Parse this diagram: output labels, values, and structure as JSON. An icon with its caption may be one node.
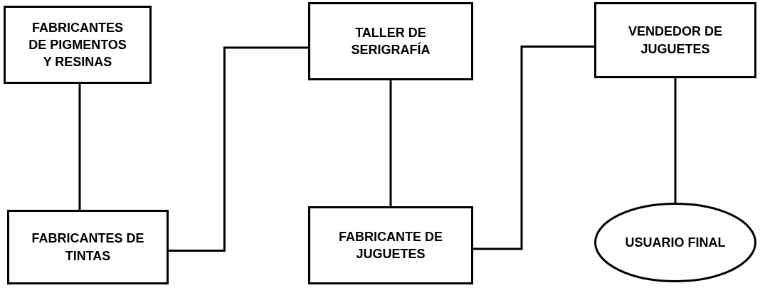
{
  "diagram": {
    "nodes": [
      {
        "text": [
          "FABRICANTES DE PIGMENTOS Y RESINAS"
        ]
      },
      {
        "text": [
          "FABRICANTES DE TINTAS"
        ]
      },
      {
        "text": [
          "TALLER DE SERIGRAFÍA"
        ]
      },
      {
        "text": [
          "FABRICANTE DE JUGUETES"
        ]
      },
      {
        "text": [
          "VENDEDOR DE JUGUETES"
        ]
      },
      {
        "text": [
          "USUARIO FINAL"
        ]
      }
    ],
    "edges": [
      {
        "from": 0,
        "to": 1,
        "arrow": "none"
      },
      {
        "from": 1,
        "to": 2,
        "arrow": "none"
      },
      {
        "from": 2,
        "to": 3,
        "arrow": "none"
      },
      {
        "from": 3,
        "to": 4,
        "arrow": "none"
      },
      {
        "from": 4,
        "to": 5,
        "arrow": "none"
      }
    ]
  }
}
